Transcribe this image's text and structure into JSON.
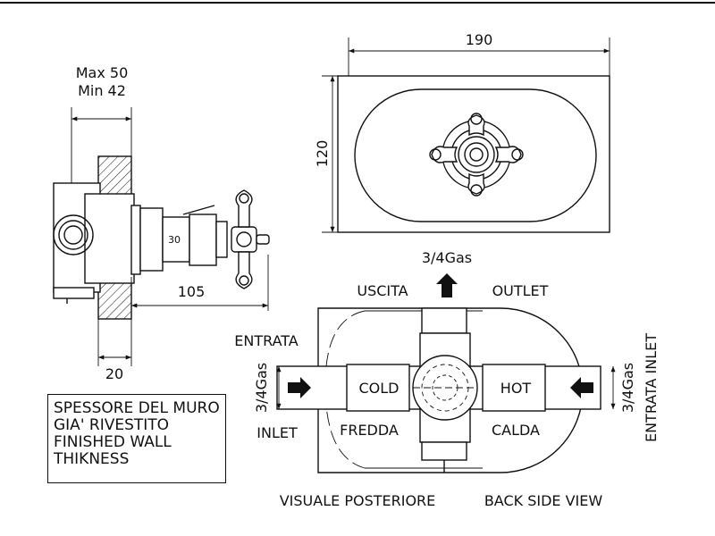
{
  "dimensions": {
    "top_width": "190",
    "top_height": "120",
    "max_depth": "Max 50",
    "min_depth": "Min 42",
    "length": "105",
    "wall": "20",
    "dial_mark": "30"
  },
  "connections": {
    "outlet_size": "3/4Gas",
    "outlet_it": "USCITA",
    "outlet_en": "OUTLET",
    "inlet_left_it": "ENTRATA",
    "inlet_left_size": "3/4Gas",
    "inlet_left_en": "INLET",
    "inlet_right_size": "3/4Gas",
    "inlet_right_label": "ENTRATA INLET",
    "cold_en": "COLD",
    "cold_it": "FREDDA",
    "hot_en": "HOT",
    "hot_it": "CALDA"
  },
  "note": {
    "line1": "SPESSORE DEL MURO",
    "line2": "GIA' RIVESTITO",
    "line3": "FINISHED WALL",
    "line4": "THIKNESS"
  },
  "view_caption": {
    "italian": "VISUALE POSTERIORE",
    "english": "BACK SIDE VIEW"
  }
}
